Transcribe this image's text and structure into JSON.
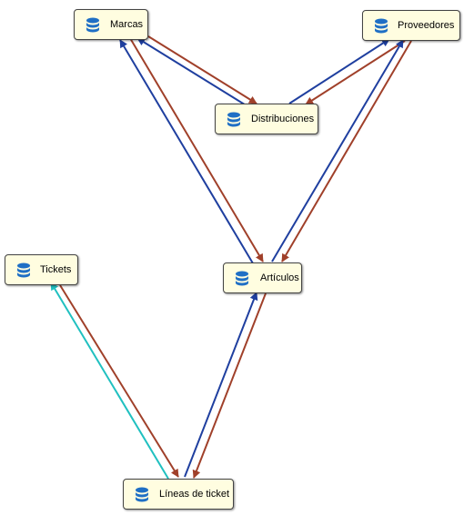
{
  "colors": {
    "node_fill": "#fffde0",
    "node_border": "#444444",
    "icon": "#1f6fc5",
    "edge_blue": "#1f3f9f",
    "edge_red": "#a0402a",
    "edge_cyan": "#20c0c0"
  },
  "nodes": {
    "marcas": {
      "label": "Marcas",
      "icon": "database-icon"
    },
    "proveedores": {
      "label": "Proveedores",
      "icon": "database-icon"
    },
    "distribuciones": {
      "label": "Distribuciones",
      "icon": "database-icon"
    },
    "tickets": {
      "label": "Tickets",
      "icon": "database-icon"
    },
    "articulos": {
      "label": "Artículos",
      "icon": "database-icon"
    },
    "lineas": {
      "label": "Líneas de ticket",
      "icon": "database-icon"
    }
  },
  "relationships": [
    {
      "from": "marcas",
      "to": "distribuciones",
      "color": "red"
    },
    {
      "from": "distribuciones",
      "to": "marcas",
      "color": "blue"
    },
    {
      "from": "proveedores",
      "to": "distribuciones",
      "color": "red"
    },
    {
      "from": "distribuciones",
      "to": "proveedores",
      "color": "blue"
    },
    {
      "from": "marcas",
      "to": "articulos",
      "color": "red"
    },
    {
      "from": "articulos",
      "to": "marcas",
      "color": "blue"
    },
    {
      "from": "proveedores",
      "to": "articulos",
      "color": "red"
    },
    {
      "from": "articulos",
      "to": "proveedores",
      "color": "blue"
    },
    {
      "from": "tickets",
      "to": "lineas",
      "color": "red"
    },
    {
      "from": "lineas",
      "to": "tickets",
      "color": "cyan"
    },
    {
      "from": "articulos",
      "to": "lineas",
      "color": "red"
    },
    {
      "from": "lineas",
      "to": "articulos",
      "color": "blue"
    }
  ]
}
